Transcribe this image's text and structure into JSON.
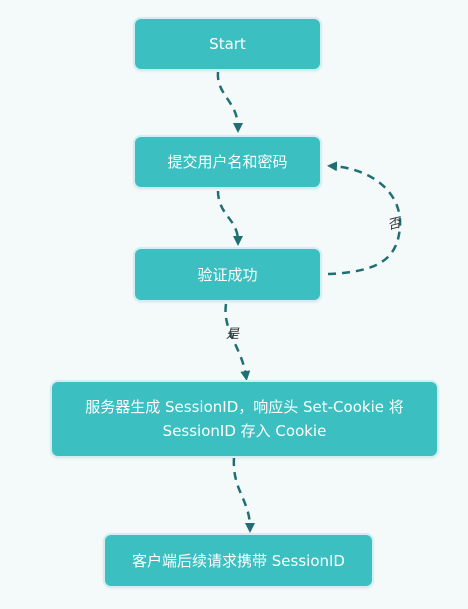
{
  "nodes": {
    "start": {
      "label": "Start"
    },
    "submit": {
      "label": "提交用户名和密码"
    },
    "verify": {
      "label": "验证成功"
    },
    "server": {
      "line1": "服务器生成 SessionID，响应头 Set-Cookie 将",
      "line2": "SessionID 存入 Cookie"
    },
    "client": {
      "label": "客户端后续请求携带 SessionID"
    }
  },
  "edges": {
    "yes_label": "是",
    "no_label": "否"
  },
  "colors": {
    "node_fill": "#3bbfc1",
    "node_border": "#d2eef0",
    "edge": "#1f6f74",
    "background": "#f4f9fa"
  }
}
